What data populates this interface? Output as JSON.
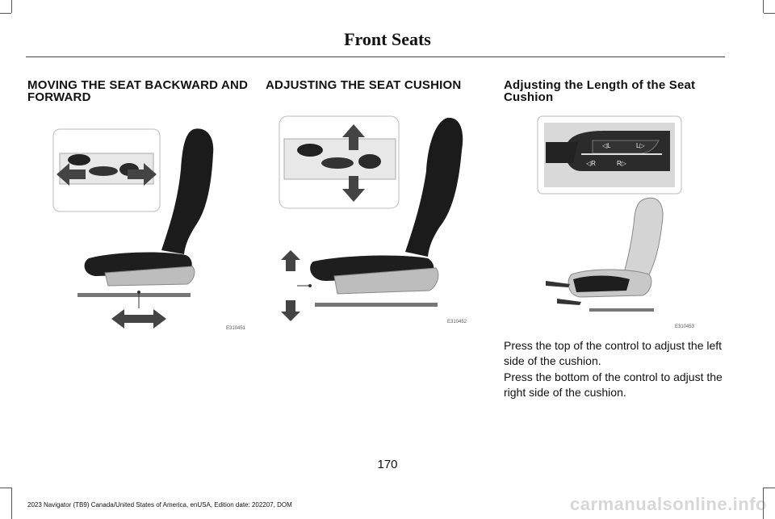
{
  "header": {
    "title": "Front Seats"
  },
  "sections": [
    {
      "heading_line1": "MOVING THE SEAT BACKWARD AND",
      "heading_line2": "FORWARD"
    },
    {
      "heading_line1": "ADJUSTING THE SEAT CUSHION"
    },
    {
      "heading_line1": "Adjusting the Length of the Seat",
      "heading_line2": "Cushion",
      "para1_line1": "Press the top of the control to adjust the left",
      "para1_line2": "side of the cushion.",
      "para2_line1": "Press the bottom of the control to adjust the",
      "para2_line2": "right side of the cushion."
    }
  ],
  "figures": [
    {
      "code": "E310451"
    },
    {
      "code": "E310452"
    },
    {
      "code": "E310453",
      "labels": [
        "◁L",
        "L▷",
        "◁R",
        "R▷"
      ]
    }
  ],
  "footer": {
    "page_number": "170",
    "edition": "2023 Navigator (TB9) Canada/United States of America, enUSA, Edition date: 202207, DOM"
  },
  "watermark": "carmanualsonline.info"
}
